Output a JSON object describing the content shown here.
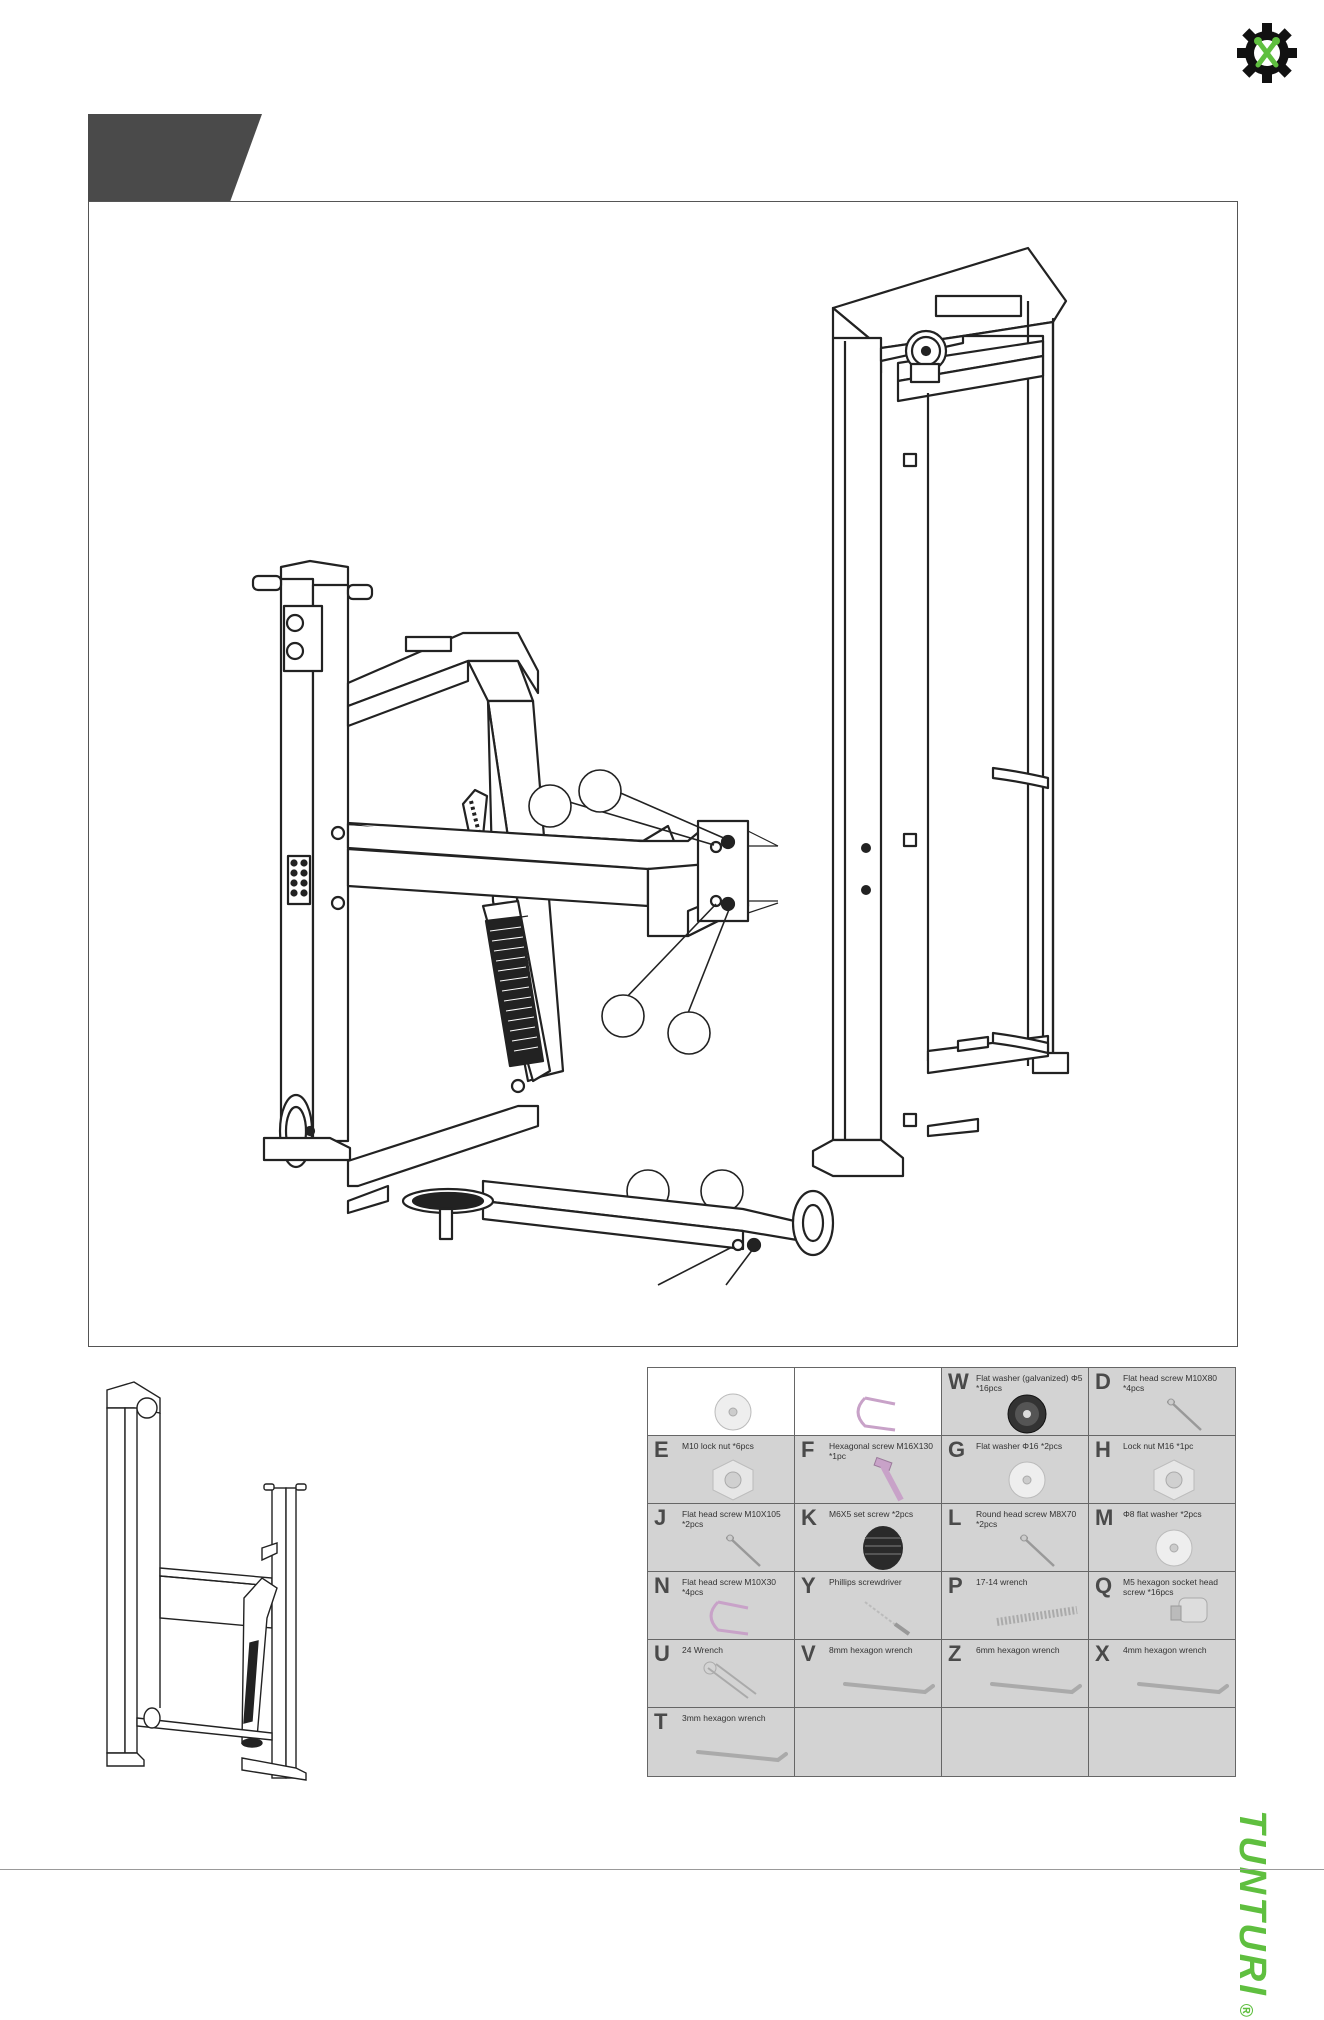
{
  "brand": {
    "name": "TUNTURI",
    "mark": "®",
    "color": "#5fbf3f"
  },
  "colors": {
    "tab": "#4a4a4a",
    "parts_bg": "#d3d3d3",
    "line": "#222222"
  },
  "parts": [
    {
      "letter": "",
      "text": "",
      "icon": "washer-icon",
      "white": true
    },
    {
      "letter": "",
      "text": "",
      "icon": "spring-clip-icon",
      "white": true
    },
    {
      "letter": "W",
      "text": "Flat washer (galvanized) Φ5 *16pcs",
      "icon": "black-washer-icon"
    },
    {
      "letter": "D",
      "text": "Flat head screw M10X80 *4pcs",
      "icon": "screw-icon"
    },
    {
      "letter": "E",
      "text": "M10 lock nut *6pcs",
      "icon": "nut-icon"
    },
    {
      "letter": "F",
      "text": "Hexagonal screw M16X130 *1pc",
      "icon": "bolt-icon"
    },
    {
      "letter": "G",
      "text": "Flat washer Φ16 *2pcs",
      "icon": "washer-icon"
    },
    {
      "letter": "H",
      "text": "Lock nut M16 *1pc",
      "icon": "nut-icon"
    },
    {
      "letter": "J",
      "text": "Flat head screw M10X105 *2pcs",
      "icon": "screw-icon"
    },
    {
      "letter": "K",
      "text": "M6X5 set screw *2pcs",
      "icon": "set-screw-icon"
    },
    {
      "letter": "L",
      "text": "Round head screw M8X70 *2pcs",
      "icon": "screw-icon"
    },
    {
      "letter": "M",
      "text": "Φ8 flat washer *2pcs",
      "icon": "washer-icon"
    },
    {
      "letter": "N",
      "text": "Flat head screw M10X30 *4pcs",
      "icon": "spring-clip-icon"
    },
    {
      "letter": "Y",
      "text": "Phillips screwdriver",
      "icon": "screwdriver-icon"
    },
    {
      "letter": "P",
      "text": "17-14 wrench",
      "icon": "wrench-icon"
    },
    {
      "letter": "Q",
      "text": "M5 hexagon socket head screw *16pcs",
      "icon": "socket-screw-icon"
    },
    {
      "letter": "U",
      "text": "24 Wrench",
      "icon": "open-wrench-icon"
    },
    {
      "letter": "V",
      "text": "8mm hexagon wrench",
      "icon": "hex-key-icon"
    },
    {
      "letter": "Z",
      "text": "6mm hexagon wrench",
      "icon": "hex-key-icon"
    },
    {
      "letter": "X",
      "text": "4mm hexagon wrench",
      "icon": "hex-key-icon"
    },
    {
      "letter": "T",
      "text": "3mm hexagon wrench",
      "icon": "hex-key-icon"
    },
    {
      "letter": "",
      "text": "",
      "icon": ""
    },
    {
      "letter": "",
      "text": "",
      "icon": ""
    },
    {
      "letter": "",
      "text": "",
      "icon": ""
    }
  ]
}
